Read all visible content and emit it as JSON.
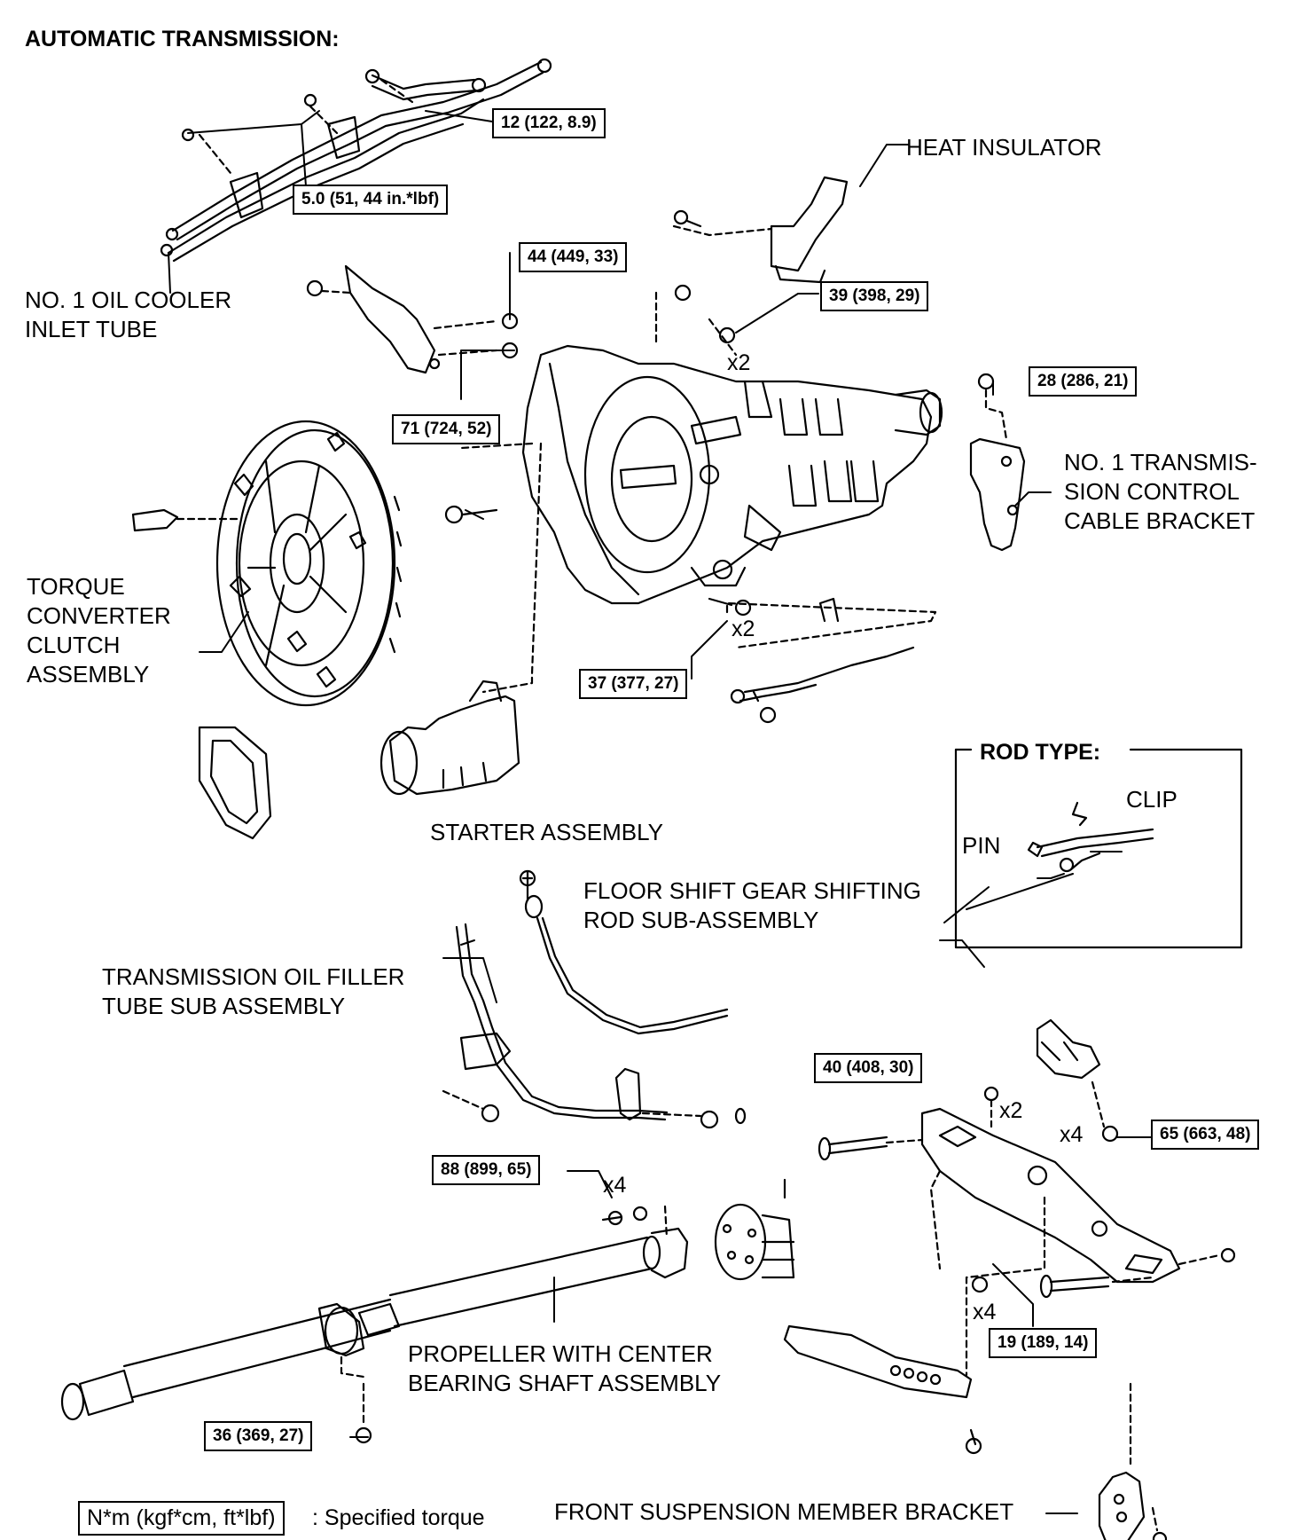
{
  "title": "AUTOMATIC TRANSMISSION:",
  "labels": {
    "heat_insulator": "HEAT INSULATOR",
    "oil_cooler": "NO. 1 OIL COOLER\nINLET TUBE",
    "cable_bracket": "NO. 1 TRANSMIS-\nSION CONTROL\nCABLE BRACKET",
    "torque_converter": "TORQUE\nCONVERTER\nCLUTCH\nASSEMBLY",
    "starter": "STARTER ASSEMBLY",
    "rod_type": "ROD TYPE:",
    "clip": "CLIP",
    "pin": "PIN",
    "floor_shift": "FLOOR SHIFT GEAR SHIFTING\nROD SUB-ASSEMBLY",
    "oil_filler": "TRANSMISSION OIL FILLER\nTUBE SUB ASSEMBLY",
    "propeller": "PROPELLER WITH CENTER\nBEARING SHAFT ASSEMBLY",
    "front_suspension": "FRONT SUSPENSION MEMBER BRACKET"
  },
  "torques": {
    "t1": "12 (122, 8.9)",
    "t2": "5.0 (51, 44 in.*lbf)",
    "t3": "44 (449, 33)",
    "t4": "39 (398, 29)",
    "t5": "28 (286, 21)",
    "t6": "71 (724, 52)",
    "t7": "37 (377, 27)",
    "t8": "40 (408, 30)",
    "t9": "65 (663, 48)",
    "t10": "88 (899, 65)",
    "t11": "19 (189, 14)",
    "t12": "36 (369, 27)"
  },
  "quantities": {
    "q1": "x2",
    "q2": "x2",
    "q3": "x2",
    "q4": "x4",
    "q5": "x4",
    "q6": "x4"
  },
  "legend": {
    "box": "N*m (kgf*cm, ft*lbf)",
    "text": ": Specified torque"
  }
}
